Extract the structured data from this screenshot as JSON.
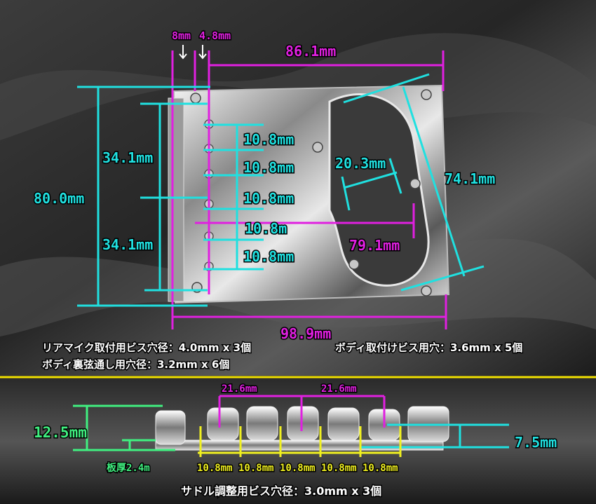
{
  "top_view": {
    "dimensions": {
      "offset_8": "8mm",
      "offset_4_8": "4.8mm",
      "length_86_1": "86.1mm",
      "width_80_0": "80.0mm",
      "half_34_1_top": "34.1mm",
      "half_34_1_bottom": "34.1mm",
      "pitch_1": "10.8mm",
      "pitch_2": "10.8mm",
      "pitch_3": "10.8mm",
      "pitch_4": "10.8m",
      "pitch_5": "10.8mm",
      "slot_20_3": "20.3mm",
      "diag_74_1": "74.1mm",
      "mid_79_1": "79.1mm",
      "total_98_9": "98.9mm"
    },
    "captions": {
      "pickup_screw": "リアマイク取付用ビス穴径：4.0mm x 3個",
      "string_through": "ボディ裏弦通し用穴径：3.2mm x 6個",
      "body_screw": "ボディ取付けビス用穴：3.6mm x 5個"
    }
  },
  "side_view": {
    "dimensions": {
      "height_12_5": "12.5mm",
      "thickness": "板厚2.4m",
      "height_7_5": "7.5mm",
      "span_21_6_left": "21.6mm",
      "span_21_6_right": "21.6mm",
      "saddle_1": "10.8mm",
      "saddle_2": "10.8mm",
      "saddle_3": "10.8mm",
      "saddle_4": "10.8mm",
      "saddle_5": "10.8mm"
    },
    "caption": "サドル調整用ビス穴径：3.0mm x 3個"
  },
  "colors": {
    "magenta": "#e020e0",
    "cyan": "#20e0e0",
    "yellow": "#f0f020",
    "green": "#40f080",
    "divider": "#f0e000"
  }
}
